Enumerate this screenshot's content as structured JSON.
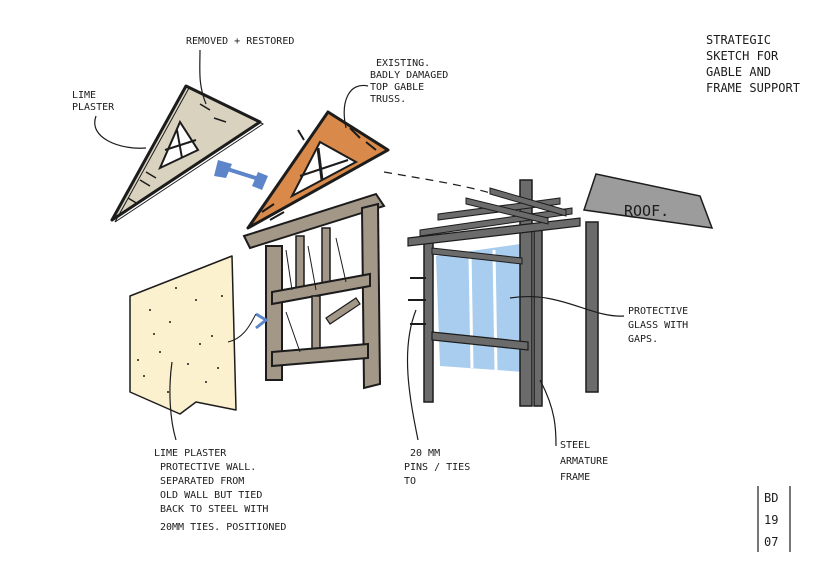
{
  "title": {
    "lines": [
      "STRATEGIC",
      "SKETCH FOR",
      "GABLE AND",
      "FRAME SUPPORT"
    ]
  },
  "labels": {
    "removed_restored": "REMOVED + RESTORED",
    "lime_plaster": [
      "LIME",
      "PLASTER"
    ],
    "existing_truss": [
      "EXISTING.",
      "BADLY DAMAGED",
      "TOP GABLE",
      "TRUSS."
    ],
    "roof": "ROOF.",
    "protective_glass": [
      "PROTECTIVE",
      "GLASS WITH",
      "GAPS."
    ],
    "lime_wall_note": [
      "LIME PLASTER",
      "PROTECTIVE WALL.",
      "SEPARATED FROM",
      "OLD WALL BUT TIED",
      "BACK TO STEEL WITH",
      "20MM TIES. POSITIONED"
    ],
    "pins_ties": [
      "20 MM",
      "PINS / TIES",
      "TO"
    ],
    "steel_frame": [
      "STEEL",
      "ARMATURE",
      "FRAME"
    ]
  },
  "signature": {
    "lines": [
      "BD",
      "19",
      "07"
    ]
  },
  "colors": {
    "ink": "#1c1c1c",
    "plaster_truss": "#d8d2bf",
    "damaged_truss": "#d98a4a",
    "timber_frame": "#a39788",
    "steel": "#6b6b6b",
    "glass": "#a9cdee",
    "lime_wall": "#fbf1cf",
    "roof": "#9c9c9c",
    "arrow": "#5c86c9"
  }
}
